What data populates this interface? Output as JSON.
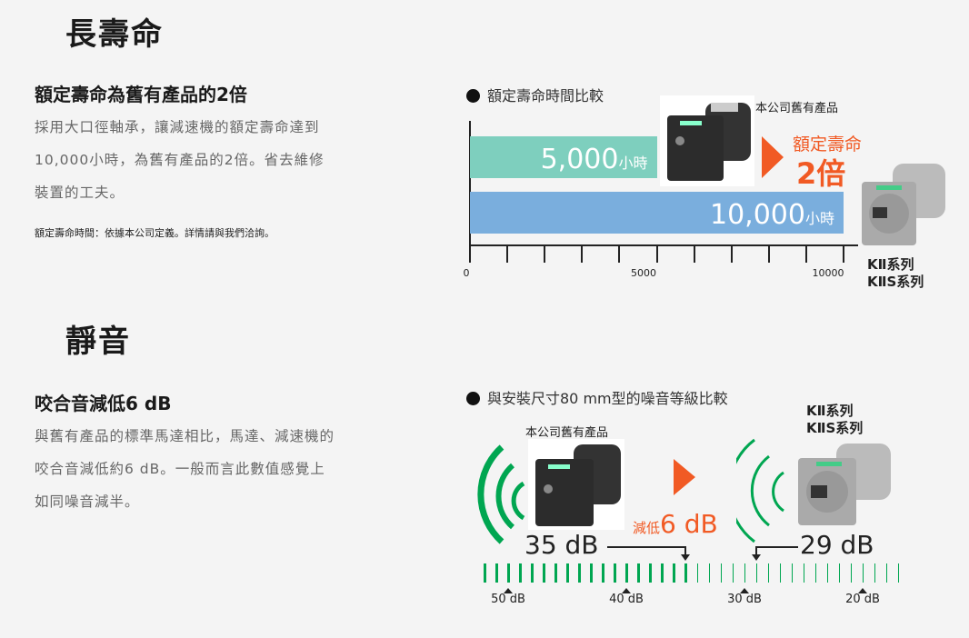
{
  "section_life": {
    "heading": "長壽命",
    "subheading": "額定壽命為舊有產品的2倍",
    "body": "採用大口徑軸承，讓減速機的額定壽命達到10,000小時，為舊有產品的2倍。省去維修裝置的工夫。",
    "note": "額定壽命時間：依據本公司定義。詳情請與我們洽詢。"
  },
  "section_quiet": {
    "heading": "靜音",
    "subheading": "咬合音減低6 dB",
    "body": "與舊有產品的標準馬達相比，馬達、減速機的咬合音減低約6 dB。一般而言此數值感覺上如同噪音減半。"
  },
  "chart_data": [
    {
      "type": "bar",
      "title": "額定壽命時間比較",
      "orientation": "horizontal",
      "categories": [
        "本公司舊有產品",
        "KⅡ系列 KⅡS系列"
      ],
      "values": [
        5000,
        10000
      ],
      "value_labels": [
        "5,000",
        "10,000"
      ],
      "unit": "小時",
      "xlim": [
        0,
        10000
      ],
      "tick_step": 1000,
      "tick_labels": [
        "0",
        "5000",
        "10000"
      ],
      "colors": [
        "#7ecfbe",
        "#7aaedd"
      ],
      "annotations": {
        "old_product": "本公司舊有產品",
        "headline_1": "額定壽命",
        "headline_2": "2倍",
        "new_series_1": "KⅡ系列",
        "new_series_2": "KⅡS系列"
      }
    },
    {
      "type": "scale",
      "title": "與安裝尺寸80 mm型的噪音等級比較",
      "range_db": [
        52,
        17
      ],
      "tick_labels": [
        "50 dB",
        "40 dB",
        "30 dB",
        "20 dB"
      ],
      "tick_values": [
        50,
        40,
        30,
        20
      ],
      "old_value": 35,
      "new_value": 29,
      "old_label": "35 dB",
      "new_label": "29 dB",
      "reduction_prefix": "減低",
      "reduction": "6 dB",
      "old_product": "本公司舊有產品",
      "new_series_1": "KⅡ系列",
      "new_series_2": "KⅡS系列",
      "color": "#00a651"
    }
  ],
  "colors": {
    "accent": "#f15a24",
    "green": "#00a651"
  }
}
